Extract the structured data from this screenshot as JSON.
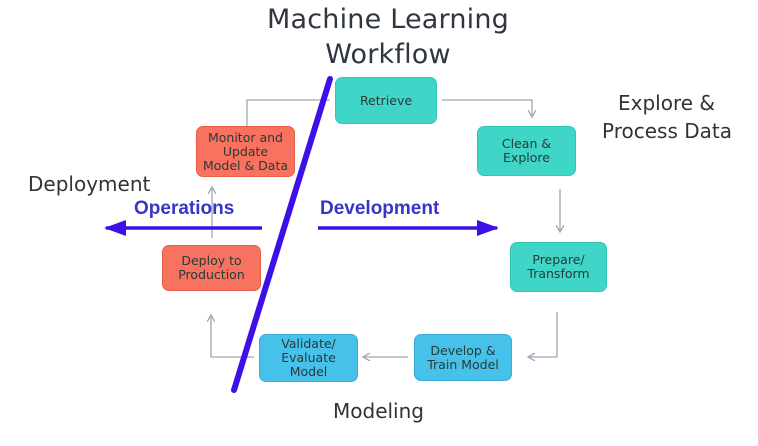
{
  "title": {
    "line1": "Machine Learning",
    "line2": "Workflow"
  },
  "sections": {
    "explore": {
      "line1": "Explore &",
      "line2": "Process Data"
    },
    "deployment": "Deployment",
    "modeling": "Modeling"
  },
  "nodes": {
    "retrieve": "Retrieve",
    "clean": "Clean &\nExplore",
    "prepare": "Prepare/\nTransform",
    "develop": "Develop &\nTrain Model",
    "validate": "Validate/\nEvaluate\nModel",
    "deploy": "Deploy to\nProduction",
    "monitor": "Monitor and\nUpdate\nModel & Data"
  },
  "phases": {
    "operations": "Operations",
    "development": "Development"
  },
  "colors": {
    "teal": "#3fd6c7",
    "blue": "#46c1ea",
    "red": "#f7735f",
    "phase_text": "#3535c8",
    "divider": "#3d10e8",
    "connector": "#9aa7b4"
  }
}
